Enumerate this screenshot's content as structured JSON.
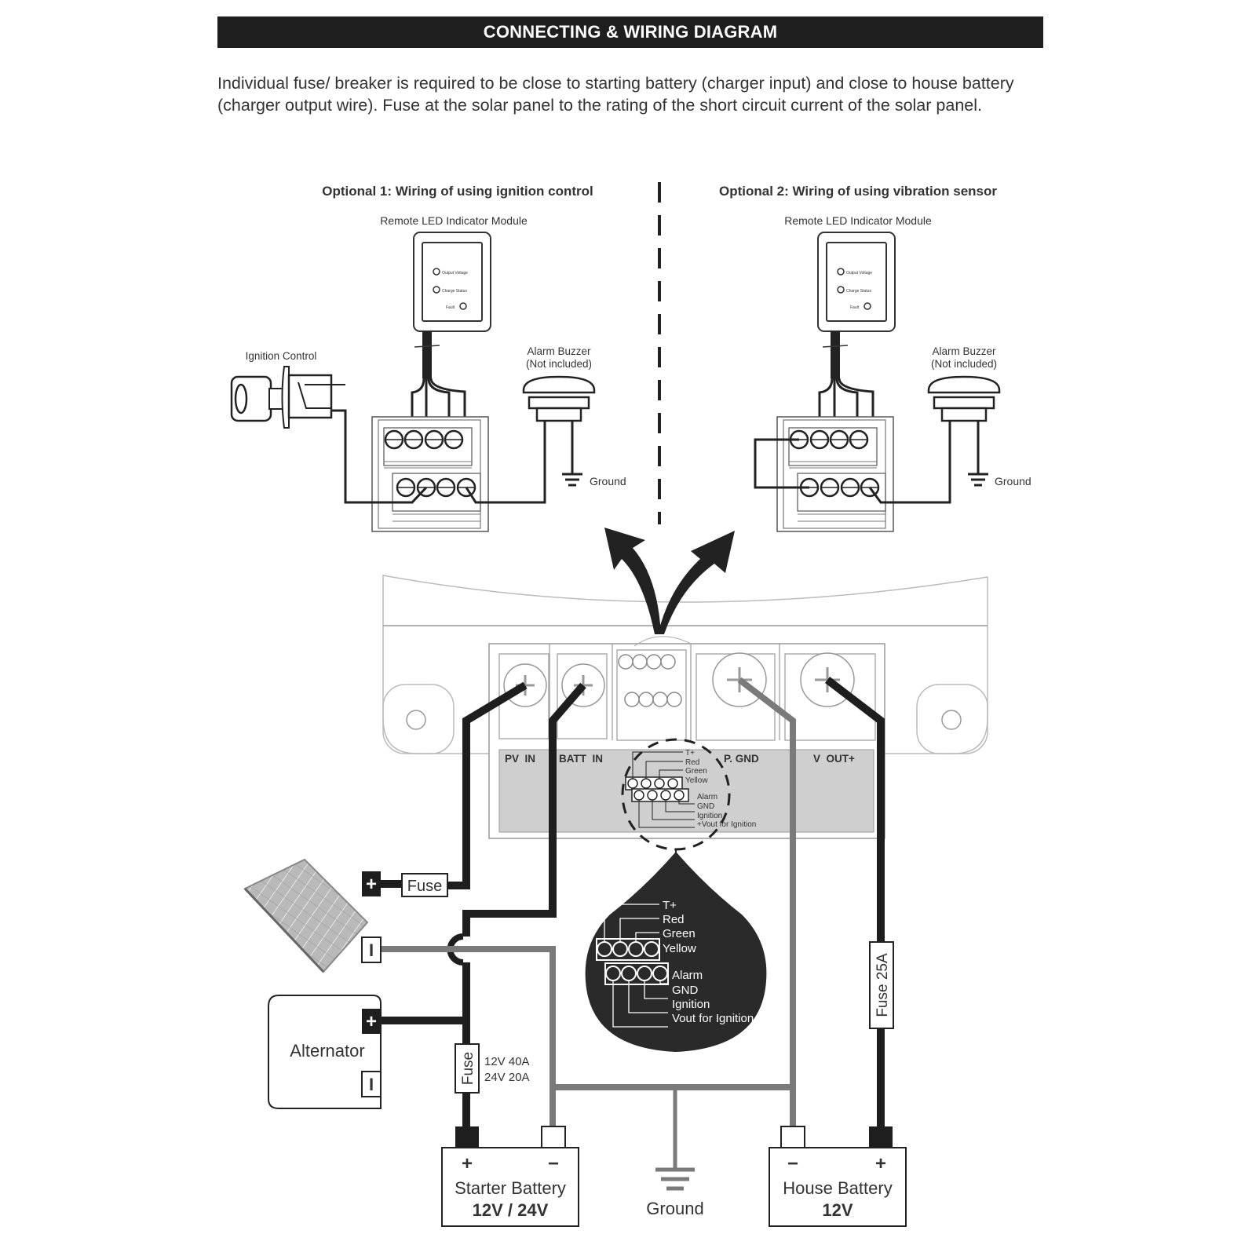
{
  "header": {
    "title": "CONNECTING & WIRING DIAGRAM",
    "intro": "Individual fuse/ breaker is required to be close to starting battery (charger input) and close to house battery (charger output wire). Fuse at the solar panel to the rating of the short circuit current of the solar panel."
  },
  "option1": {
    "title": "Optional 1: Wiring of using ignition control",
    "led_module_label": "Remote LED Indicator Module",
    "led_labels": [
      "Output Voltage",
      "Charge Status",
      "Fault"
    ],
    "ignition_label": "Ignition Control",
    "buzzer_label_1": "Alarm Buzzer",
    "buzzer_label_2": "(Not included)",
    "ground_label": "Ground"
  },
  "option2": {
    "title": "Optional 2: Wiring of using vibration sensor",
    "led_module_label": "Remote LED Indicator Module",
    "led_labels": [
      "Output Voltage",
      "Charge Status",
      "Fault"
    ],
    "buzzer_label_1": "Alarm Buzzer",
    "buzzer_label_2": "(Not included)",
    "ground_label": "Ground"
  },
  "charger": {
    "terminals": [
      "PV  IN",
      "BATT  IN",
      "P. GND",
      "V  OUT+"
    ],
    "pin_labels_small": [
      "T+",
      "Red",
      "Green",
      "Yellow",
      "Alarm",
      "GND",
      "Ignition",
      "+Vout for Ignition"
    ]
  },
  "callout": {
    "top_row": [
      "T+",
      "Red",
      "Green",
      "Yellow"
    ],
    "bottom_row": [
      "Alarm",
      "GND",
      "Ignition",
      "Vout for Ignition"
    ]
  },
  "sources": {
    "solar_plus": "+",
    "solar_minus": "I",
    "pv_fuse": "Fuse",
    "alternator_label": "Alternator",
    "alternator_plus": "+",
    "alternator_minus": "I",
    "starter_fuse": "Fuse",
    "starter_fuse_rating_1": "12V 40A",
    "starter_fuse_rating_2": "24V 20A",
    "house_fuse": "Fuse 25A"
  },
  "batteries": {
    "starter": {
      "plus": "+",
      "minus": "−",
      "name": "Starter Battery",
      "voltage": "12V / 24V"
    },
    "house": {
      "plus": "+",
      "minus": "−",
      "name": "House Battery",
      "voltage": "12V"
    },
    "ground_label": "Ground"
  },
  "colors": {
    "wire_positive": "#1e1e1e",
    "wire_negative": "#7a7a7a",
    "panel_gray": "#cfcfcf"
  }
}
